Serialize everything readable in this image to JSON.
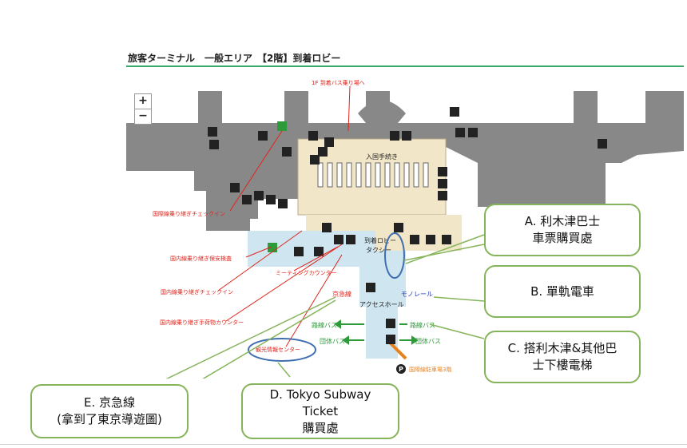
{
  "page": {
    "title": "旅客ターミナル　一般エリア　【2階】到着ロビー"
  },
  "map_controls": {
    "zoom_in": "+",
    "zoom_out": "−"
  },
  "map_labels": {
    "immigration": "入国手続き",
    "arrival_lobby": "到着ロビー",
    "taxi": "タクシー",
    "access_hall": "アクセスホール",
    "monorail": "モノレール",
    "keikyu": "京急線",
    "route_bus_left": "路線バス",
    "route_bus_right": "路線バス",
    "group_bus_left": "団体バス",
    "group_bus_right": "団体バス",
    "parking": "国際線駐車場3階",
    "tourist_info": "観光情報センター",
    "meeting_counter": "ミーティングカウンター",
    "transfer_checkin_intl": "国際線乗り継ぎチェックイン",
    "transfer_security_dom": "国内線乗り継ぎ保安検査",
    "transfer_checkin_dom": "国内線乗り継ぎチェックイン",
    "transfer_baggage_dom": "国内線乗り継ぎ手荷物カウンター",
    "top_cut_label": "1F 到着バス乗り場へ"
  },
  "callouts": {
    "a": {
      "line1": "A. 利木津巴士",
      "line2": "車票購買處"
    },
    "b": {
      "line1": "B. 單軌電車"
    },
    "c": {
      "line1": "C. 搭利木津&其他巴",
      "line2": "士下樓電梯"
    },
    "d": {
      "line1": "D. Tokyo Subway",
      "line2": "Ticket",
      "line3": "購買處"
    },
    "e": {
      "line1": "E. 京急線",
      "line2": "(拿到了東京導遊圖)"
    }
  },
  "colors": {
    "building": "#888888",
    "lobby": "#f2e6c8",
    "blue_area": "#cfe6f1",
    "callout_border": "#86b45a",
    "title_rule": "#3aa86b",
    "label_red": "#e0241b",
    "label_blue": "#2a3ab8",
    "label_green": "#2f9a3a",
    "label_orange": "#e8821e",
    "highlight_oval": "#3f6fb0"
  }
}
